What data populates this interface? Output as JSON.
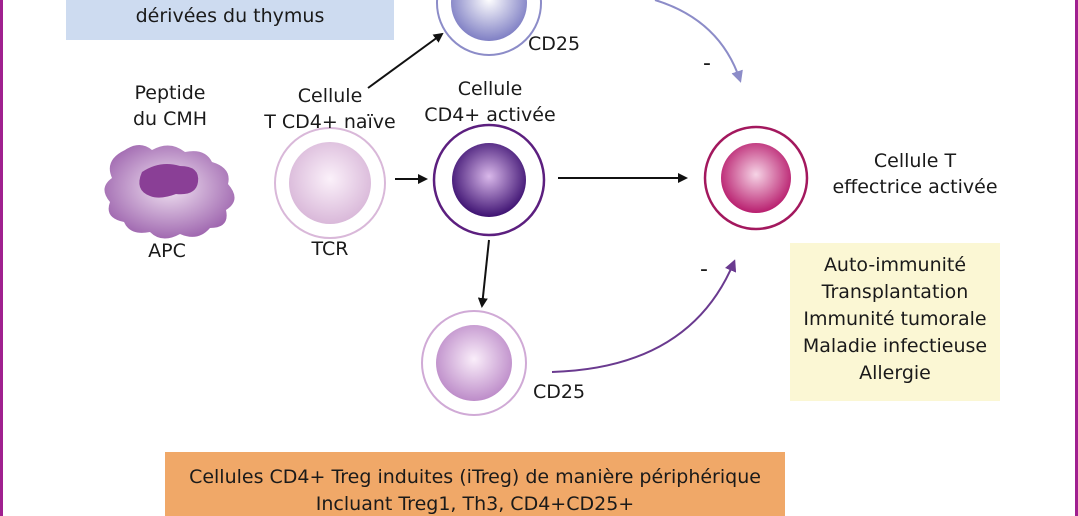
{
  "header_box": {
    "text": "dérivées du thymus",
    "color": "#cddbf0"
  },
  "apc": {
    "top_label_1": "Peptide",
    "top_label_2": "du CMH",
    "bottom_label": "APC"
  },
  "naive_cell": {
    "label_1": "Cellule",
    "label_2": "T CD4+ naïve",
    "bottom_label": "TCR"
  },
  "activated_cell": {
    "label_1": "Cellule",
    "label_2": "CD4+ activée"
  },
  "treg_top": {
    "label": "CD25"
  },
  "treg_bottom": {
    "label": "CD25"
  },
  "effector_cell": {
    "label_1": "Cellule T",
    "label_2": "effectrice activée"
  },
  "inhibition_marks": {
    "top": "-",
    "bottom": "-"
  },
  "diseases_box": {
    "items": [
      "Auto-immunité",
      "Transplantation",
      "Immunité tumorale",
      "Maladie infectieuse",
      "Allergie"
    ],
    "color": "#fbf7d4"
  },
  "itreg_box": {
    "line_1": "Cellules CD4+ Treg induites (iTreg) de manière périphérique",
    "line_2": "Incluant Treg1, Th3, CD4+CD25+",
    "color": "#f0a868"
  },
  "colors": {
    "frame": "#a0208f",
    "purple_arrow": "#6a3a8f",
    "blue_arrow": "#8c8cc8"
  }
}
